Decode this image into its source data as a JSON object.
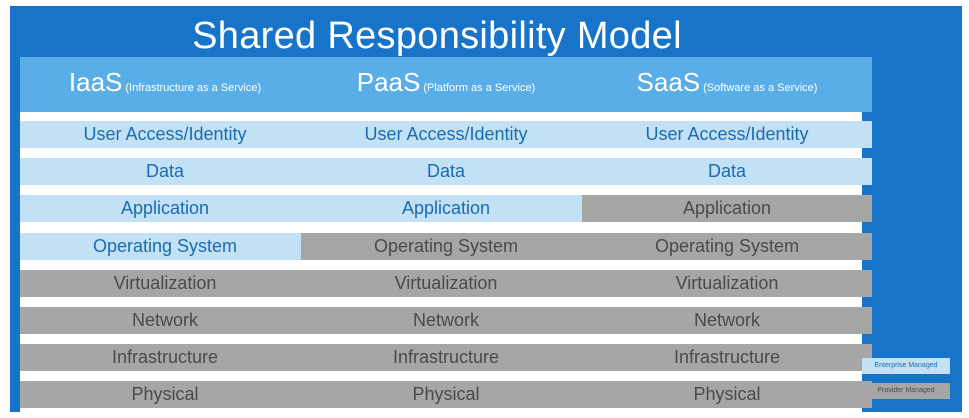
{
  "title": "Shared Responsibility Model",
  "colors": {
    "frame": "#1874c8",
    "header": "#5aaee7",
    "enterprise_fill": "#c2e1f5",
    "enterprise_text": "#1a6bb0",
    "provider_fill": "#a6a6a6",
    "provider_text": "#4a4a4a"
  },
  "columns": [
    {
      "abbr": "IaaS",
      "full": "(Infrastructure as a Service)",
      "layers": [
        {
          "label": "User Access/Identity",
          "managed": "enterprise"
        },
        {
          "label": "Data",
          "managed": "enterprise"
        },
        {
          "label": "Application",
          "managed": "enterprise"
        },
        {
          "label": "Operating System",
          "managed": "enterprise"
        },
        {
          "label": "Virtualization",
          "managed": "provider"
        },
        {
          "label": "Network",
          "managed": "provider"
        },
        {
          "label": "Infrastructure",
          "managed": "provider"
        },
        {
          "label": "Physical",
          "managed": "provider"
        }
      ]
    },
    {
      "abbr": "PaaS",
      "full": "(Platform as a Service)",
      "layers": [
        {
          "label": "User Access/Identity",
          "managed": "enterprise"
        },
        {
          "label": "Data",
          "managed": "enterprise"
        },
        {
          "label": "Application",
          "managed": "enterprise"
        },
        {
          "label": "Operating System",
          "managed": "provider"
        },
        {
          "label": "Virtualization",
          "managed": "provider"
        },
        {
          "label": "Network",
          "managed": "provider"
        },
        {
          "label": "Infrastructure",
          "managed": "provider"
        },
        {
          "label": "Physical",
          "managed": "provider"
        }
      ]
    },
    {
      "abbr": "SaaS",
      "full": "(Software as a Service)",
      "layers": [
        {
          "label": "User Access/Identity",
          "managed": "enterprise"
        },
        {
          "label": "Data",
          "managed": "enterprise"
        },
        {
          "label": "Application",
          "managed": "provider"
        },
        {
          "label": "Operating System",
          "managed": "provider"
        },
        {
          "label": "Virtualization",
          "managed": "provider"
        },
        {
          "label": "Network",
          "managed": "provider"
        },
        {
          "label": "Infrastructure",
          "managed": "provider"
        },
        {
          "label": "Physical",
          "managed": "provider"
        }
      ]
    }
  ],
  "legend": {
    "enterprise": "Enterprise Managed",
    "provider": "Provider Managed"
  }
}
